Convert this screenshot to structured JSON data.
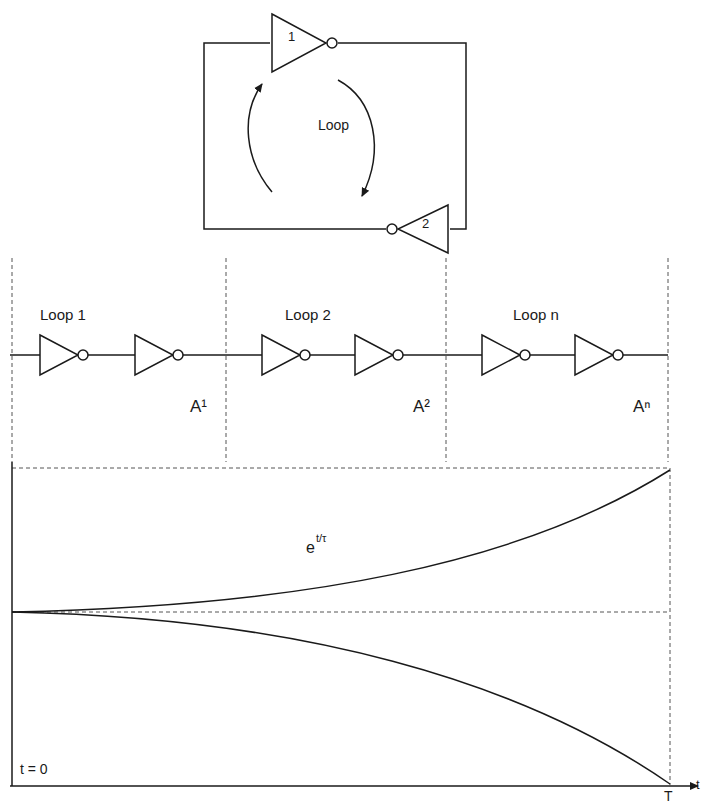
{
  "diagram": {
    "nodes": [
      {
        "text": [
          "1"
        ]
      },
      {
        "text": [
          "2"
        ]
      }
    ],
    "edges": [
      {
        "from": 0,
        "to": 1,
        "arrow": "none"
      },
      {
        "from": 1,
        "to": 0,
        "arrow": "none"
      }
    ],
    "labels": [
      "Loop",
      "Loop 1",
      "Loop 2",
      "Loop n",
      "A¹",
      "A²",
      "Aⁿ",
      "e",
      "t/τ",
      "t = 0",
      "T",
      "t"
    ]
  }
}
